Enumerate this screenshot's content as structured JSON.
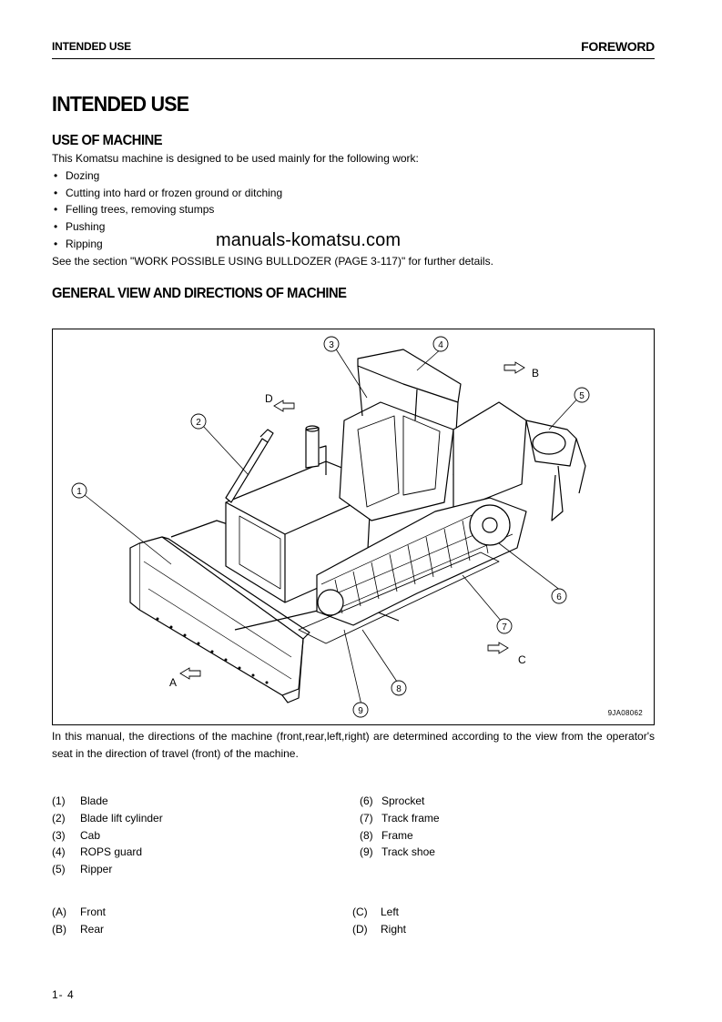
{
  "header": {
    "section": "INTENDED USE",
    "chapter": "FOREWORD"
  },
  "title": "INTENDED USE",
  "use_of_machine": {
    "heading": "USE OF MACHINE",
    "intro": "This Komatsu machine is designed to be used mainly for the following work:",
    "bullets": [
      "Dozing",
      "Cutting into hard or frozen ground or ditching",
      "Felling trees, removing stumps",
      "Pushing",
      "Ripping"
    ],
    "see_also": "See the section \"WORK POSSIBLE USING BULLDOZER (PAGE 3-117)\" for further details."
  },
  "watermark": "manuals-komatsu.com",
  "general_view": {
    "heading": "GENERAL VIEW AND DIRECTIONS OF MACHINE",
    "figure_id": "9JA08062",
    "callouts": [
      "1",
      "2",
      "3",
      "4",
      "5",
      "6",
      "7",
      "8",
      "9"
    ],
    "direction_letters": [
      "A",
      "B",
      "C",
      "D"
    ],
    "description": "In this manual, the directions of the machine (front,rear,left,right) are determined according to the view from the operator's seat in the direction of travel (front) of the machine."
  },
  "parts_left": [
    {
      "num": "(1)",
      "label": "Blade"
    },
    {
      "num": "(2)",
      "label": "Blade lift cylinder"
    },
    {
      "num": "(3)",
      "label": "Cab"
    },
    {
      "num": "(4)",
      "label": "ROPS guard"
    },
    {
      "num": "(5)",
      "label": "Ripper"
    }
  ],
  "parts_right": [
    {
      "num": "(6)",
      "label": "Sprocket"
    },
    {
      "num": "(7)",
      "label": "Track frame"
    },
    {
      "num": "(8)",
      "label": "Frame"
    },
    {
      "num": "(9)",
      "label": "Track shoe"
    }
  ],
  "directions_left": [
    {
      "num": "(A)",
      "label": "Front"
    },
    {
      "num": "(B)",
      "label": "Rear"
    }
  ],
  "directions_right": [
    {
      "num": "(C)",
      "label": "Left"
    },
    {
      "num": "(D)",
      "label": "Right"
    }
  ],
  "page_number": "1- 4"
}
